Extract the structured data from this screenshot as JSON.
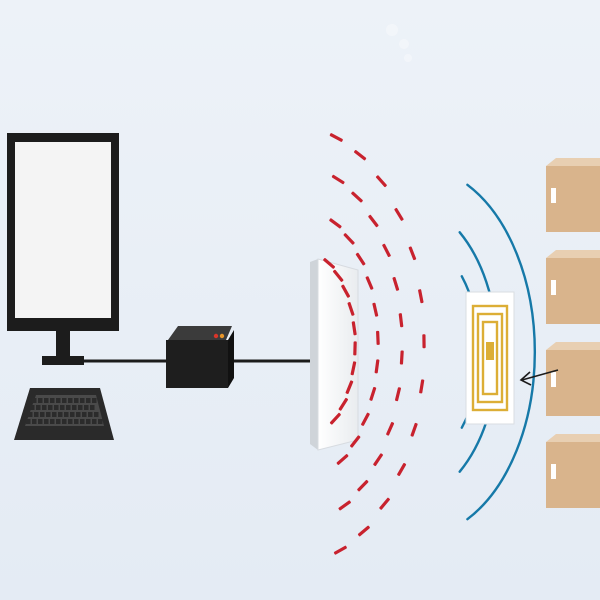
{
  "diagram": {
    "components": [
      {
        "id": "computer",
        "icon": "monitor-icon"
      },
      {
        "id": "keyboard",
        "icon": "keyboard-icon"
      },
      {
        "id": "controller",
        "icon": "reader-controller-icon"
      },
      {
        "id": "antenna",
        "icon": "antenna-panel-icon"
      },
      {
        "id": "tag",
        "icon": "rfid-tag-icon"
      },
      {
        "id": "boxes",
        "icon": "package-box-icon",
        "count": 4
      }
    ],
    "connections": [
      {
        "from": "computer",
        "to": "controller"
      },
      {
        "from": "controller",
        "to": "antenna"
      }
    ],
    "colors": {
      "background": "#e7edf5",
      "device_dark": "#1c1c1c",
      "screen": "#f4f4f4",
      "field_dashes": "#c8222e",
      "response_arcs": "#1679a8",
      "tag_coil": "#dcae36",
      "box": "#d9b48c",
      "led_red": "#d8352a",
      "led_orange": "#e8962a"
    }
  }
}
